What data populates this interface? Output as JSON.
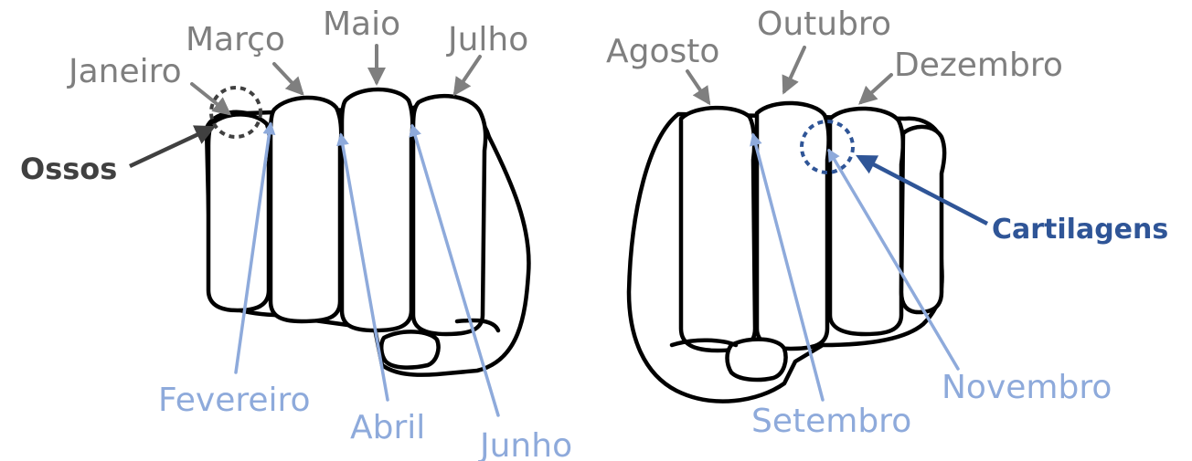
{
  "colors": {
    "gray_label": "#7f7f7f",
    "blue_label": "#8eaadb",
    "ossos": "#404040",
    "cartilagens": "#2f5597"
  },
  "labels": {
    "janeiro": "Janeiro",
    "fevereiro": "Fevereiro",
    "marco": "Março",
    "abril": "Abril",
    "maio": "Maio",
    "junho": "Junho",
    "julho": "Julho",
    "agosto": "Agosto",
    "setembro": "Setembro",
    "outubro": "Outubro",
    "novembro": "Novembro",
    "dezembro": "Dezembro",
    "ossos": "Ossos",
    "cartilagens": "Cartilagens"
  }
}
